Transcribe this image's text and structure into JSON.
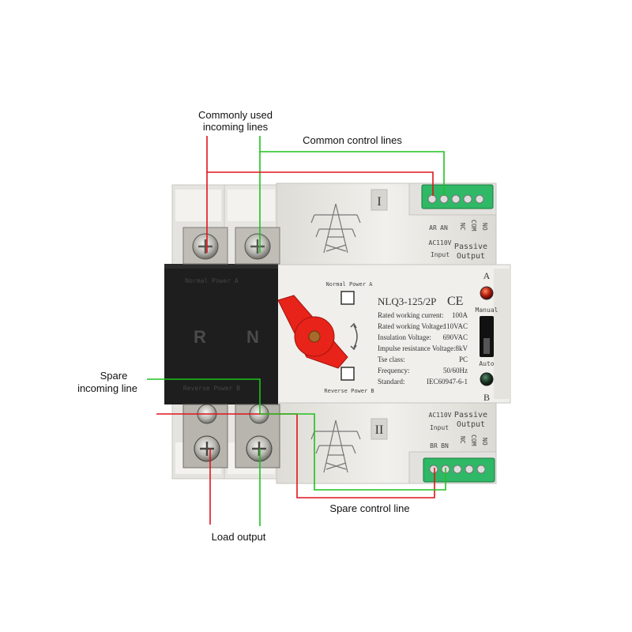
{
  "annotations": {
    "commonly_used_incoming_line1": "Commonly used",
    "commonly_used_incoming_line2": "incoming lines",
    "common_control_lines": "Common control lines",
    "spare_incoming_line1": "Spare",
    "spare_incoming_line2": "incoming line",
    "spare_control_line": "Spare control line",
    "load_output": "Load output"
  },
  "device": {
    "top_module_mark": "I",
    "bottom_module_mark": "II",
    "top_terminal_labels": {
      "ar": "AR",
      "an": "AN",
      "nc": "NC",
      "com": "COM",
      "no": "NO"
    },
    "bottom_terminal_labels": {
      "br": "BR",
      "bn": "BN",
      "nc": "NC",
      "com": "COM",
      "no": "NO"
    },
    "input_voltage": "AC110V",
    "input_label": "Input",
    "passive_label": "Passive",
    "output_label": "Output",
    "breaker_label_top": "Normal Power A",
    "breaker_label_bottom": "Reverse Power B",
    "pole_r": "R",
    "pole_n": "N",
    "normal_power_a": "Normal Power A",
    "reverse_power_b": "Reverse Power B",
    "model": "NLQ3-125/2P",
    "ce_mark": "CE",
    "specs": [
      {
        "label": "Rated working current:",
        "value": "100A"
      },
      {
        "label": "Rated working Voltage:",
        "value": "110VAC"
      },
      {
        "label": "Insulation Voltage:",
        "value": "690VAC"
      },
      {
        "label": "Impulse resistance Voltage:",
        "value": "8kV"
      },
      {
        "label": "Tse class:",
        "value": "PC"
      },
      {
        "label": "Frequency:",
        "value": "50/60Hz"
      },
      {
        "label": "Standard:",
        "value": "IEC60947-6-1"
      }
    ],
    "indicator_a": "A",
    "indicator_b": "B",
    "manual_label": "Manual",
    "auto_label": "Auto"
  },
  "colors": {
    "red_line": "#e0141c",
    "green_line": "#1fc21f",
    "body": "#ecebe6",
    "black_cover": "#1e1e1e",
    "handle": "#e8231a",
    "terminal_green": "#2fb866"
  }
}
